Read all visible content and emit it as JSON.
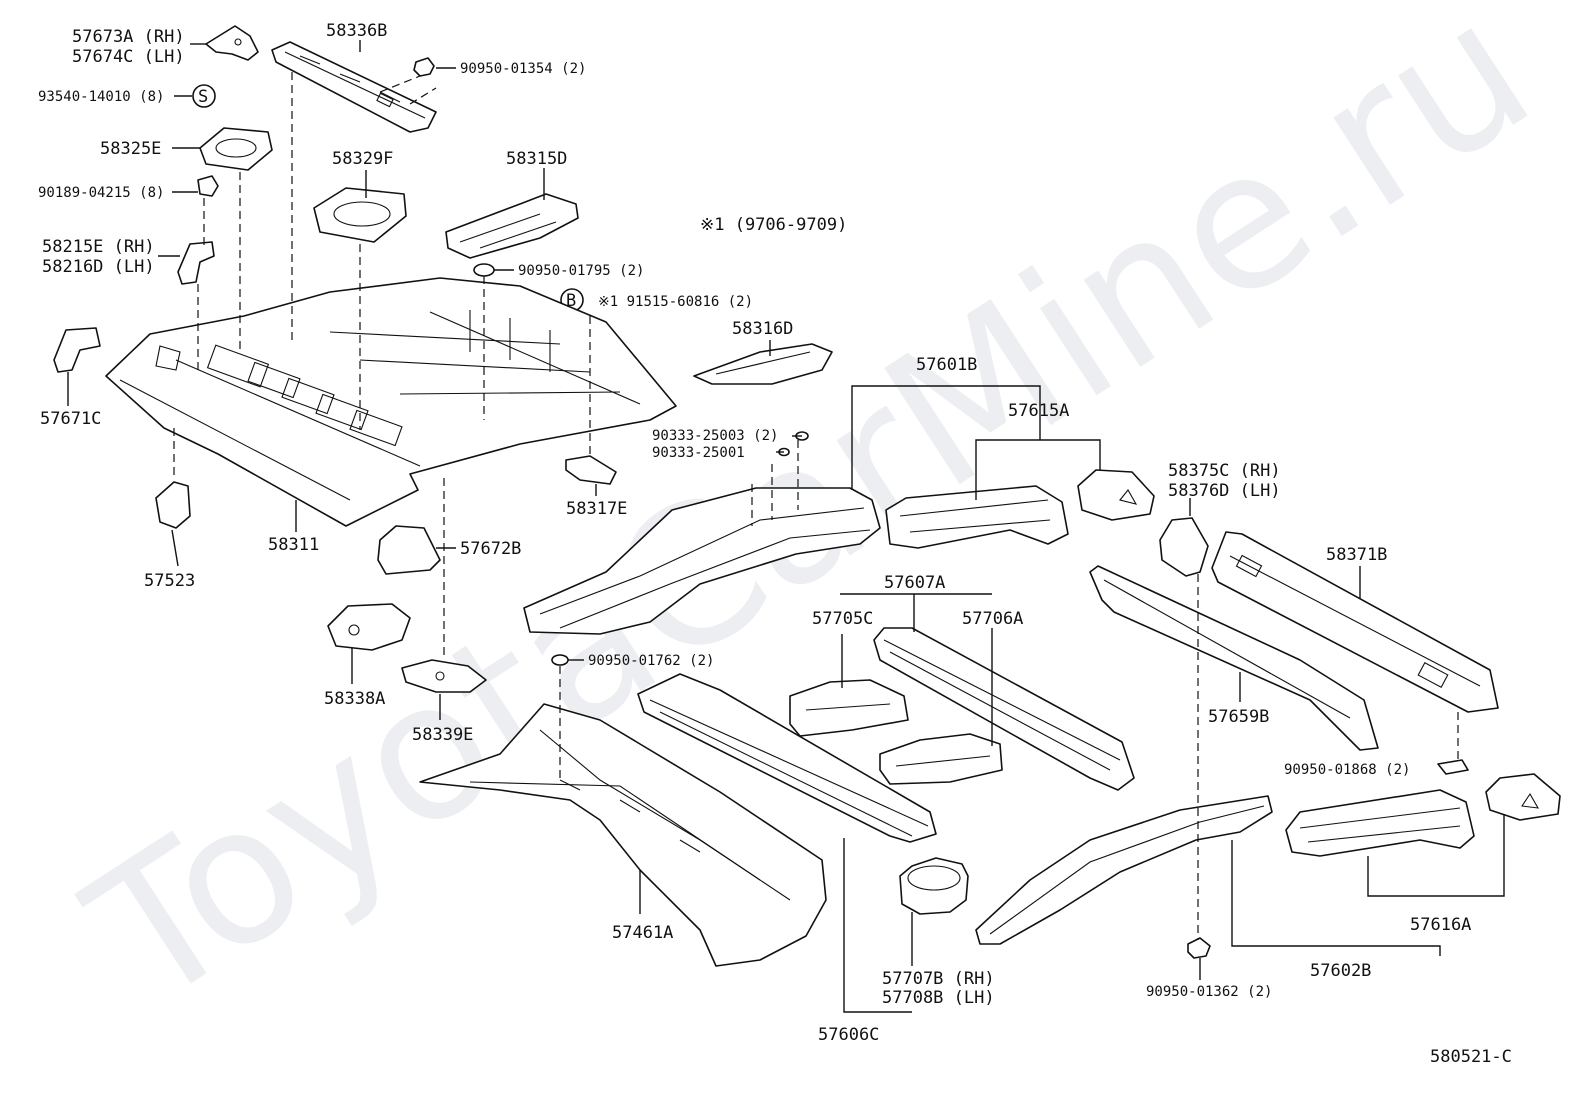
{
  "diagram": {
    "watermark": "ToyotaCarMine.ru",
    "footnote": "※1 (9706-9709)",
    "diagram_code": "580521-C",
    "symbol_s": "S",
    "symbol_b": "B",
    "labels": {
      "p57673a": "57673A (RH)",
      "p57674c": "57674C (LH)",
      "p58336b": "58336B",
      "p90950_01354": "90950-01354 (2)",
      "p93540": "93540-14010 (8)",
      "p58325e": "58325E",
      "p90189": "90189-04215 (8)",
      "p58329f": "58329F",
      "p58315d": "58315D",
      "p58215e": "58215E (RH)",
      "p58216d": "58216D (LH)",
      "p90950_01795": "90950-01795 (2)",
      "p91515": "※1 91515-60816 (2)",
      "p58316d": "58316D",
      "p57671c": "57671C",
      "p57601b": "57601B",
      "p57615a": "57615A",
      "p90333_25003": "90333-25003 (2)",
      "p90333_25001": "90333-25001",
      "p58375c": "58375C (RH)",
      "p58376d": "58376D (LH)",
      "p58317e": "58317E",
      "p58311": "58311",
      "p57523": "57523",
      "p57672b": "57672B",
      "p58371b": "58371B",
      "p57607a": "57607A",
      "p57705c": "57705C",
      "p57706a": "57706A",
      "p58338a": "58338A",
      "p90950_01762": "90950-01762 (2)",
      "p58339e": "58339E",
      "p57659b": "57659B",
      "p90950_01868": "90950-01868 (2)",
      "p57616a": "57616A",
      "p57461a": "57461A",
      "p57707b": "57707B (RH)",
      "p57708b": "57708B (LH)",
      "p57602b": "57602B",
      "p90950_01362": "90950-01362 (2)",
      "p57606c": "57606C"
    }
  }
}
